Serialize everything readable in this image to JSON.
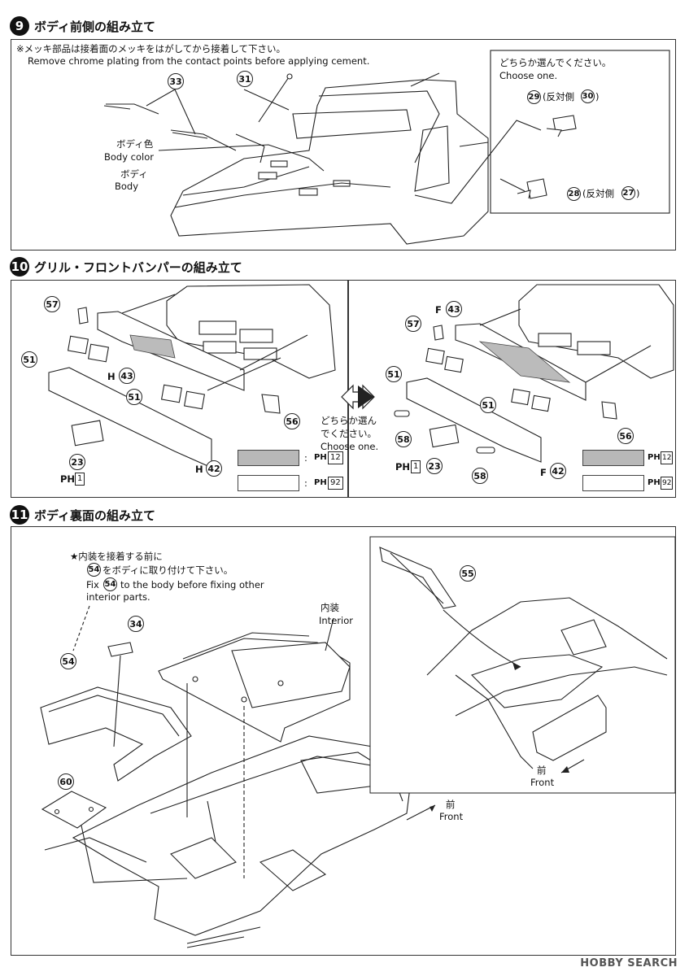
{
  "step9": {
    "number": "9",
    "title": "ボディ前側の組み立て",
    "note_jp": "※メッキ部品は接着面のメッキをはがしてから接着して下さい。",
    "note_en": "Remove chrome plating from the contact points before applying cement.",
    "body_color_jp": "ボディ色",
    "body_color_en": "Body color",
    "body_jp": "ボディ",
    "body_en": "Body",
    "choose_jp": "どちらか選んでください。",
    "choose_en": "Choose one.",
    "part_33": "33",
    "part_31": "31",
    "part_29": "29",
    "part_30_label": "(反対側",
    "part_30": "30",
    "part_28": "28",
    "part_27_label": "(反対側",
    "part_27": "27",
    "close_paren": ")"
  },
  "step10": {
    "number": "10",
    "title": "グリル・フロントバンパーの組み立て",
    "choose_jp_1": "どちらか選ん",
    "choose_jp_2": "でください。",
    "choose_en": "Choose one.",
    "left": {
      "p57": "57",
      "p51a": "51",
      "h43_prefix": "H",
      "p43": "43",
      "p51b": "51",
      "p56": "56",
      "p23": "23",
      "ph_prefix": "PH",
      "ph1": "1",
      "h42_prefix": "H",
      "p42": "42"
    },
    "right": {
      "f43_prefix": "F",
      "p43": "43",
      "p57": "57",
      "p51a": "51",
      "p51b": "51",
      "p56": "56",
      "p58a": "58",
      "ph_prefix": "PH",
      "ph1": "1",
      "p23": "23",
      "p58b": "58",
      "f42_prefix": "F",
      "p42": "42"
    },
    "legend": {
      "colon": ":",
      "ph_prefix": "PH",
      "grey_code": "12",
      "white_code": "92"
    }
  },
  "step11": {
    "number": "11",
    "title": "ボディ裏面の組み立て",
    "note_jp_1": "★内装を接着する前に",
    "note_jp_2_part": "54",
    "note_jp_2": "をボディに取り付けて下さい。",
    "note_en_1_prefix": "Fix",
    "note_en_1_part": "54",
    "note_en_1": "to the body before fixing other",
    "note_en_2": "interior parts.",
    "interior_jp": "内装",
    "interior_en": "Interior",
    "p54": "54",
    "p34": "34",
    "p60": "60",
    "p55": "55",
    "front_jp": "前",
    "front_en": "Front",
    "front_jp_2": "前",
    "front_en_2": "Front"
  },
  "watermark": "HOBBY SEARCH"
}
